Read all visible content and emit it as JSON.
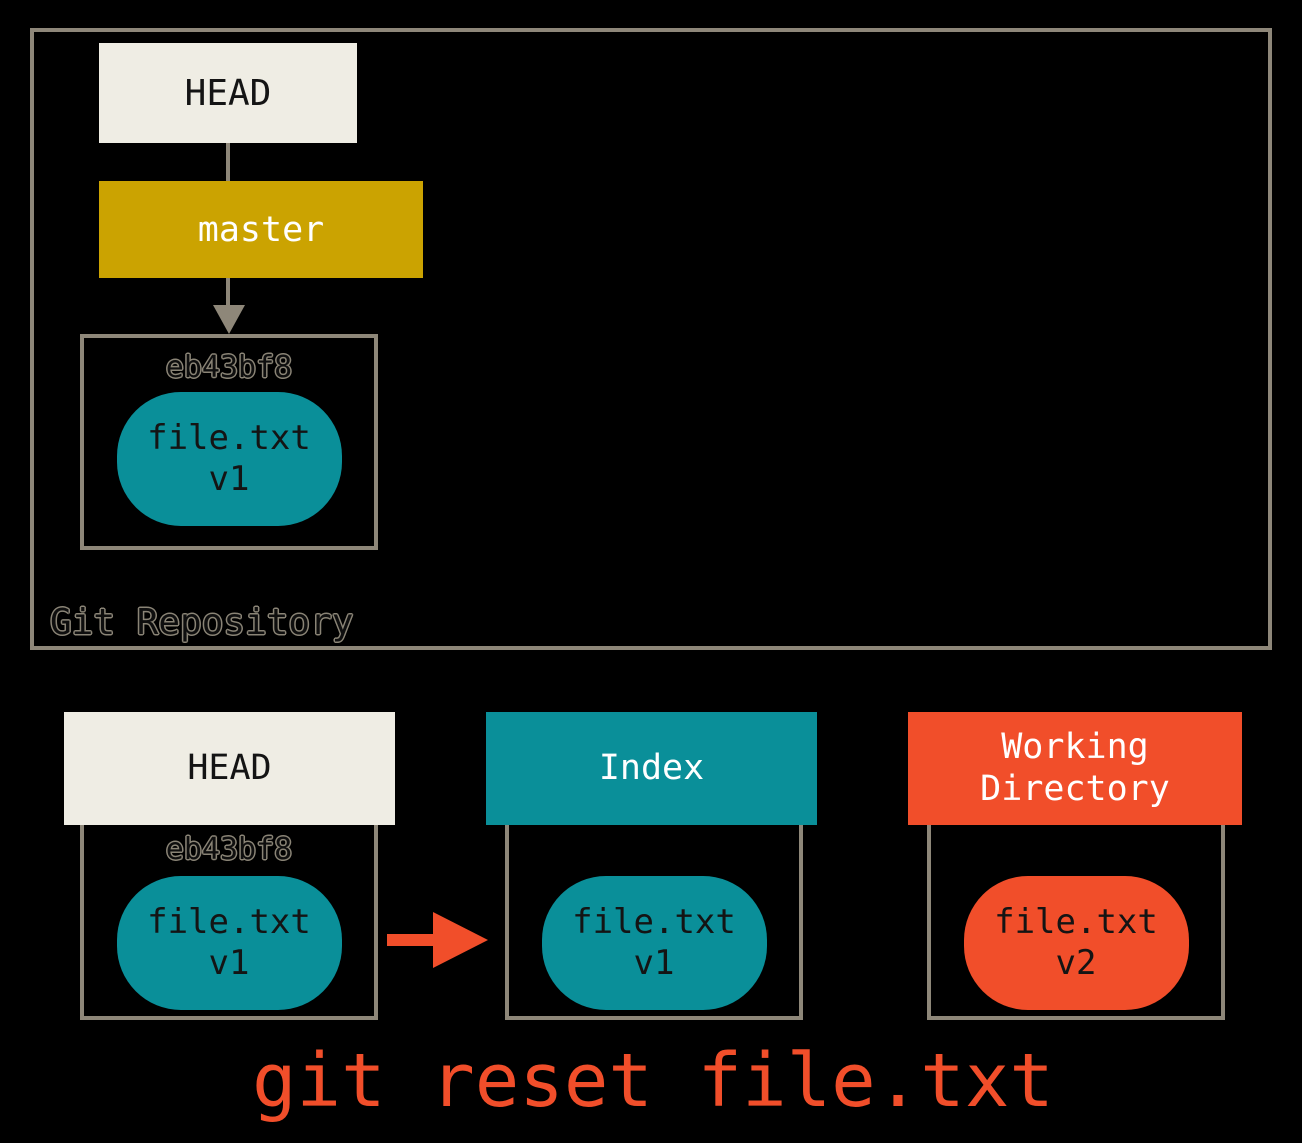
{
  "colors": {
    "background": "#000000",
    "cream": "#EFEDE4",
    "gold": "#CBA301",
    "teal": "#0A8F99",
    "orange": "#F14E2A",
    "border-gray": "#8E8779",
    "outline-gray": "#8A8476",
    "dark-text": "#141414",
    "white-text": "#FFFFFF"
  },
  "repository": {
    "label": "Git Repository",
    "head_label": "HEAD",
    "branch_label": "master",
    "commit_hash": "eb43bf8",
    "file_name": "file.txt",
    "file_version": "v1"
  },
  "columns": [
    {
      "title": "HEAD",
      "commit_hash": "eb43bf8",
      "file_name": "file.txt",
      "file_version": "v1"
    },
    {
      "title": "Index",
      "file_name": "file.txt",
      "file_version": "v1"
    },
    {
      "title": "Working Directory",
      "file_name": "file.txt",
      "file_version": "v2"
    }
  ],
  "command": "git reset file.txt"
}
